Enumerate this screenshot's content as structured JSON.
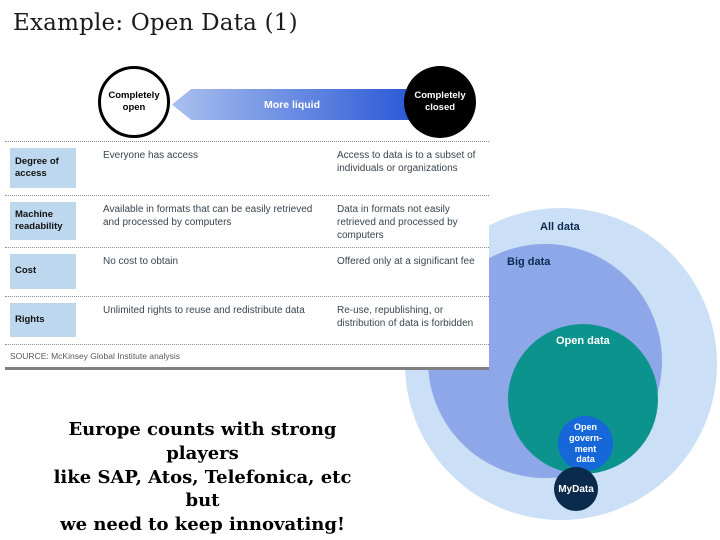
{
  "slide": {
    "title": "Example: Open Data (1)"
  },
  "spectrum": {
    "left_circle": "Completely\nopen",
    "arrow_label": "More liquid",
    "right_circle": "Completely\nclosed",
    "arrow_gradient": [
      "#a9c0ef",
      "#2b59d6"
    ]
  },
  "table": {
    "rows": [
      {
        "label": "Degree of access",
        "open": "Everyone has access",
        "closed": "Access to data is to a subset of individuals or organizations"
      },
      {
        "label": "Machine readability",
        "open": "Available in formats that can be easily retrieved and processed by computers",
        "closed": "Data in formats not easily retrieved and processed by computers"
      },
      {
        "label": "Cost",
        "open": "No cost to obtain",
        "closed": "Offered only at a significant fee"
      },
      {
        "label": "Rights",
        "open": "Unlimited rights to reuse and redistribute data",
        "closed": "Re-use, republishing, or distribution of data is forbidden"
      }
    ],
    "label_box_color": "#bdd7ee",
    "source": "SOURCE: McKinsey Global Institute analysis"
  },
  "venn": {
    "circles": [
      {
        "label": "All data",
        "color": "#cbdff6"
      },
      {
        "label": "Big data",
        "color": "#8da7e8"
      },
      {
        "label": "Open data",
        "color": "#0d938d"
      },
      {
        "label": "Open\ngovern-\nment\ndata",
        "color": "#1667d8"
      },
      {
        "label": "MyData",
        "color": "#0b2b4d"
      }
    ],
    "label_color_dark": "#0c2950",
    "label_color_light": "#ffffff"
  },
  "message": {
    "text": "Europe counts with strong players\nlike SAP, Atos, Telefonica, etc but\nwe need to keep innovating!"
  }
}
